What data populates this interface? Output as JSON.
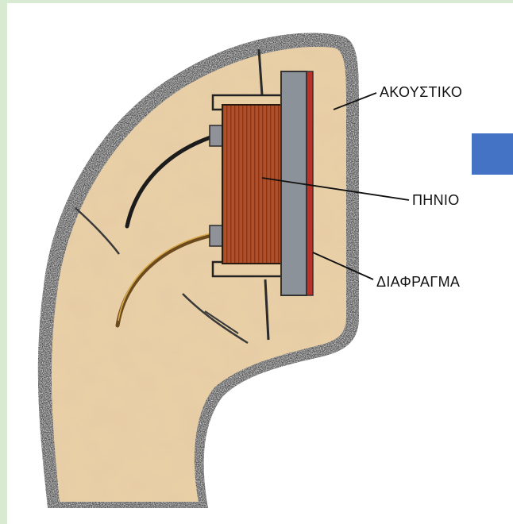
{
  "labels": {
    "earpiece": "ΑΚΟΥΣΤΙΚΟ",
    "coil": "ΠΗΝΙΟ",
    "diaphragm": "ΔΙΑΦΡΑΓΜΑ"
  },
  "colors": {
    "frame_green": "#d9ead3",
    "accent_blue": "#4472c4",
    "handle_beige": "#e8cfa6",
    "handle_shade": "#c89a6a",
    "coil_brown": "#b0502a",
    "diaphragm_red": "#b8322a",
    "plate_gray": "#8c9299"
  },
  "icons": {
    "accent": "blue-square-icon"
  }
}
